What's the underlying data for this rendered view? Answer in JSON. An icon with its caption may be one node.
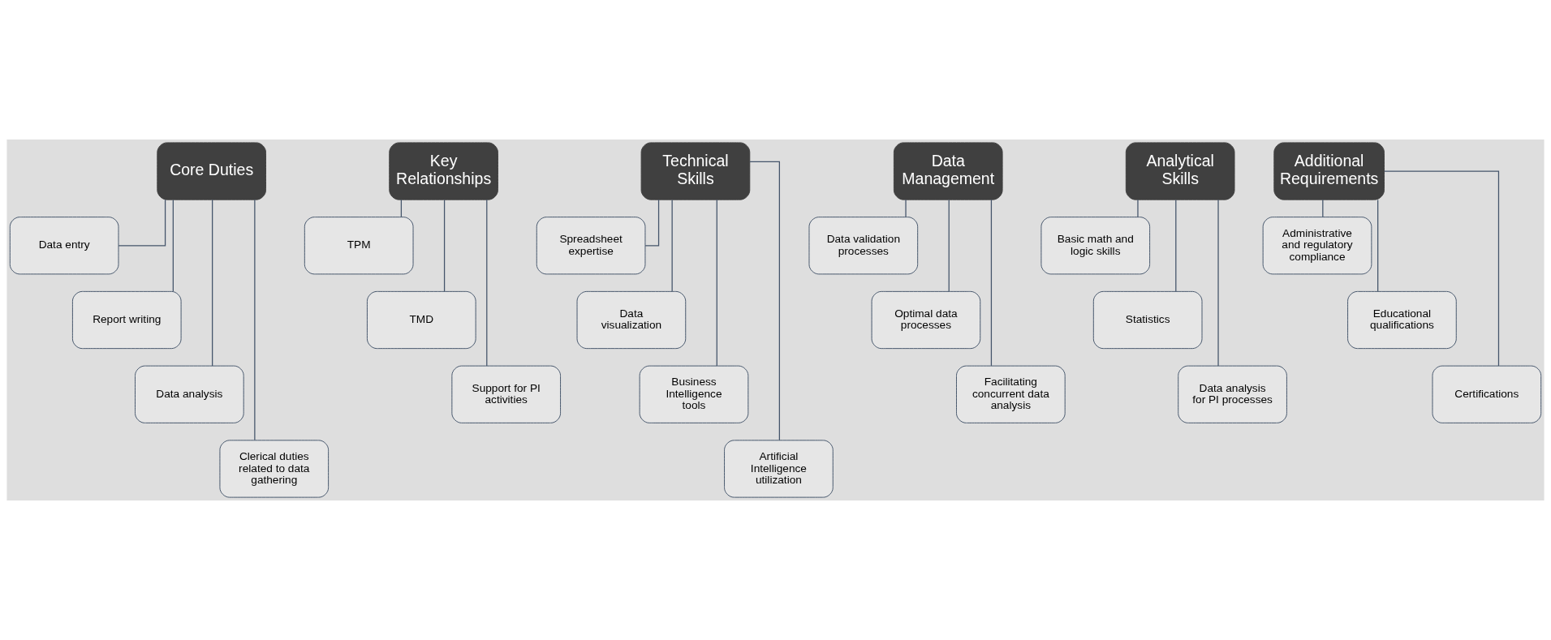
{
  "diagram": {
    "nodes": [
      {
        "text": [
          "Core Duties"
        ]
      },
      {
        "text": [
          "Data entry"
        ]
      },
      {
        "text": [
          "Report writing"
        ]
      },
      {
        "text": [
          "Data analysis"
        ]
      },
      {
        "text": [
          "Clerical duties related to data gathering"
        ]
      },
      {
        "text": [
          "Key Relationships"
        ]
      },
      {
        "text": [
          "TPM"
        ]
      },
      {
        "text": [
          "TMD"
        ]
      },
      {
        "text": [
          "Support for PI activities"
        ]
      },
      {
        "text": [
          "Technical Skills"
        ]
      },
      {
        "text": [
          "Spreadsheet expertise"
        ]
      },
      {
        "text": [
          "Data visualization"
        ]
      },
      {
        "text": [
          "Business Intelligence tools"
        ]
      },
      {
        "text": [
          "Artificial Intelligence utilization"
        ]
      },
      {
        "text": [
          "Data Management"
        ]
      },
      {
        "text": [
          "Data validation processes"
        ]
      },
      {
        "text": [
          "Optimal data processes"
        ]
      },
      {
        "text": [
          "Facilitating concurrent data analysis"
        ]
      },
      {
        "text": [
          "Analytical Skills"
        ]
      },
      {
        "text": [
          "Basic math and logic skills"
        ]
      },
      {
        "text": [
          "Statistics"
        ]
      },
      {
        "text": [
          "Data analysis for PI processes"
        ]
      },
      {
        "text": [
          "Additional Requirements"
        ]
      },
      {
        "text": [
          "Administrative and regulatory compliance"
        ]
      },
      {
        "text": [
          "Educational qualifications"
        ]
      },
      {
        "text": [
          "Certifications"
        ]
      }
    ],
    "edges": [
      {
        "from": 0,
        "to": 1,
        "arrow": "none"
      },
      {
        "from": 0,
        "to": 2,
        "arrow": "none"
      },
      {
        "from": 0,
        "to": 3,
        "arrow": "none"
      },
      {
        "from": 0,
        "to": 4,
        "arrow": "none"
      },
      {
        "from": 5,
        "to": 6,
        "arrow": "none"
      },
      {
        "from": 5,
        "to": 7,
        "arrow": "none"
      },
      {
        "from": 5,
        "to": 8,
        "arrow": "none"
      },
      {
        "from": 9,
        "to": 10,
        "arrow": "none"
      },
      {
        "from": 9,
        "to": 11,
        "arrow": "none"
      },
      {
        "from": 9,
        "to": 12,
        "arrow": "none"
      },
      {
        "from": 9,
        "to": 13,
        "arrow": "none"
      },
      {
        "from": 14,
        "to": 15,
        "arrow": "none"
      },
      {
        "from": 14,
        "to": 16,
        "arrow": "none"
      },
      {
        "from": 14,
        "to": 17,
        "arrow": "none"
      },
      {
        "from": 18,
        "to": 19,
        "arrow": "none"
      },
      {
        "from": 18,
        "to": 20,
        "arrow": "none"
      },
      {
        "from": 18,
        "to": 21,
        "arrow": "none"
      },
      {
        "from": 22,
        "to": 23,
        "arrow": "none"
      },
      {
        "from": 22,
        "to": 24,
        "arrow": "none"
      },
      {
        "from": 22,
        "to": 25,
        "arrow": "none"
      }
    ]
  }
}
